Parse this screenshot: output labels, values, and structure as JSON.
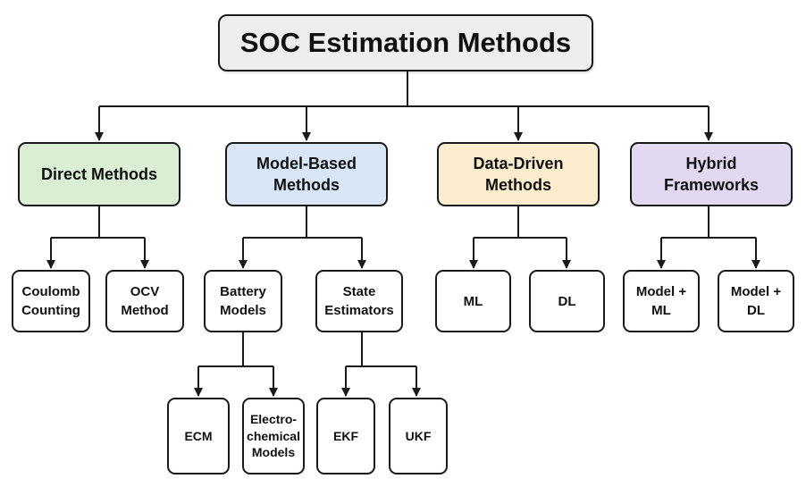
{
  "root": {
    "label": "SOC Estimation Methods",
    "fill": "#eeeeee"
  },
  "categories": [
    {
      "label": "Direct Methods",
      "fill": "#d9eed3"
    },
    {
      "label": "Model-Based\nMethods",
      "fill": "#d8e6f7"
    },
    {
      "label": "Data-Driven\nMethods",
      "fill": "#fcecce"
    },
    {
      "label": "Hybrid\nFrameworks",
      "fill": "#e3d8f2"
    }
  ],
  "direct": [
    {
      "label": "Coulomb\nCounting"
    },
    {
      "label": "OCV\nMethod"
    }
  ],
  "model_based": [
    {
      "label": "Battery\nModels"
    },
    {
      "label": "State\nEstimators"
    }
  ],
  "data_driven": [
    {
      "label": "ML"
    },
    {
      "label": "DL"
    }
  ],
  "hybrid": [
    {
      "label": "Model +\nML"
    },
    {
      "label": "Model +\nDL"
    }
  ],
  "battery_models": [
    {
      "label": "ECM"
    },
    {
      "label": "Electro-\nchemical\nModels"
    }
  ],
  "state_estimators": [
    {
      "label": "EKF"
    },
    {
      "label": "UKF"
    }
  ],
  "colors": {
    "stroke": "#1a1a1a",
    "text": "#111111"
  }
}
